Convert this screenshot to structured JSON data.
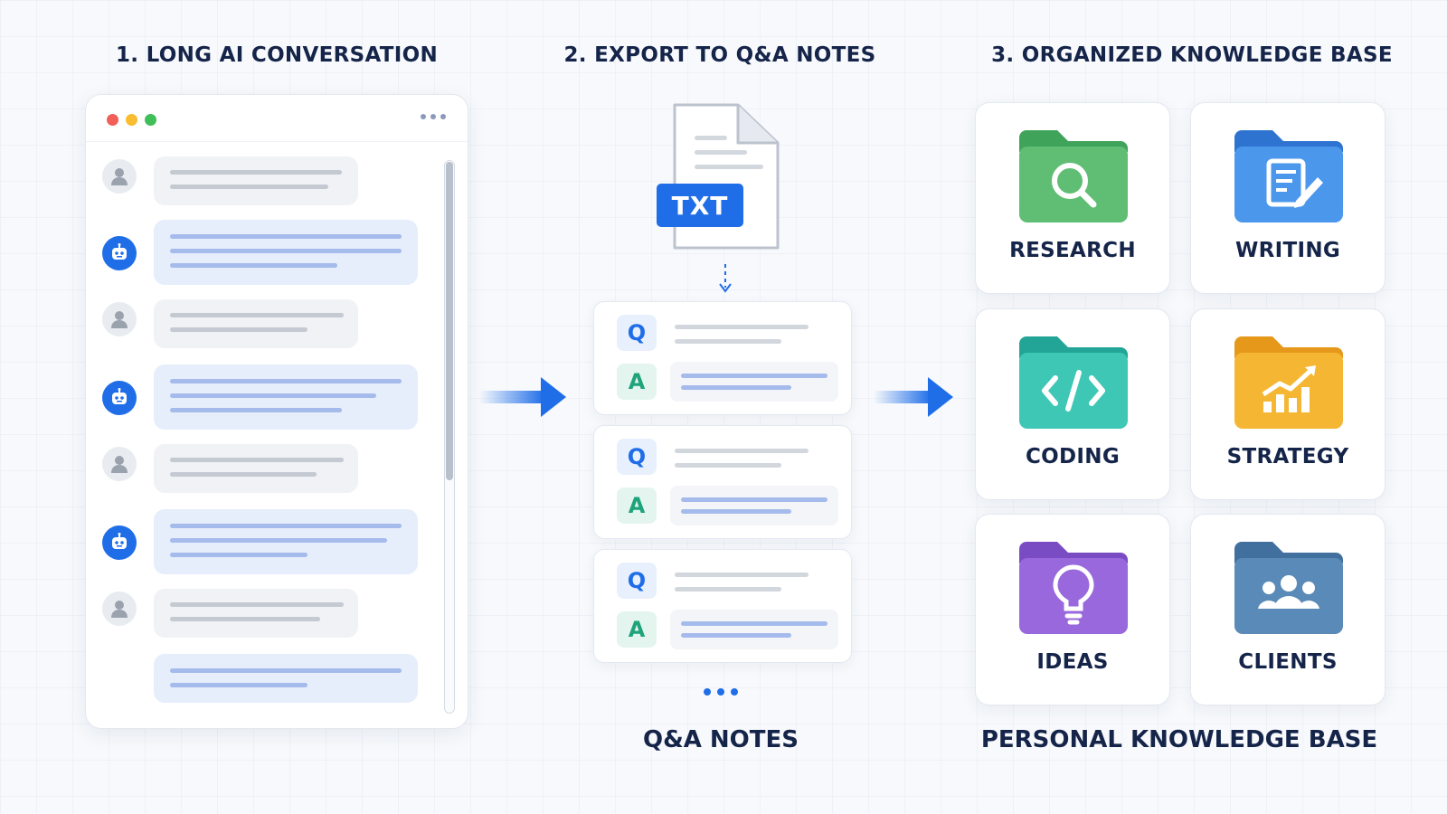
{
  "headings": {
    "step1": "1. LONG AI CONVERSATION",
    "step2": "2. EXPORT TO Q&A NOTES",
    "step3": "3. ORGANIZED KNOWLEDGE BASE"
  },
  "file_badge": "TXT",
  "qa_cards": [
    {
      "q": "Q",
      "a": "A"
    },
    {
      "q": "Q",
      "a": "A"
    },
    {
      "q": "Q",
      "a": "A"
    }
  ],
  "labels": {
    "qa_notes": "Q&A NOTES",
    "knowledge_base": "PERSONAL KNOWLEDGE BASE"
  },
  "folders": [
    {
      "label": "RESEARCH",
      "icon": "search-icon",
      "color": "#5fbe74"
    },
    {
      "label": "WRITING",
      "icon": "document-pencil-icon",
      "color": "#3f8fe8"
    },
    {
      "label": "CODING",
      "icon": "code-icon",
      "color": "#3cc4b4"
    },
    {
      "label": "STRATEGY",
      "icon": "chart-growth-icon",
      "color": "#f3b22c"
    },
    {
      "label": "IDEAS",
      "icon": "lightbulb-icon",
      "color": "#9466d8"
    },
    {
      "label": "CLIENTS",
      "icon": "people-group-icon",
      "color": "#5a88b3"
    }
  ],
  "colors": {
    "accent": "#1f6ee8",
    "heading": "#152449",
    "answer_green": "#1fa37b",
    "window_dots": [
      "#f25f58",
      "#f8bd30",
      "#3fbf58"
    ]
  }
}
